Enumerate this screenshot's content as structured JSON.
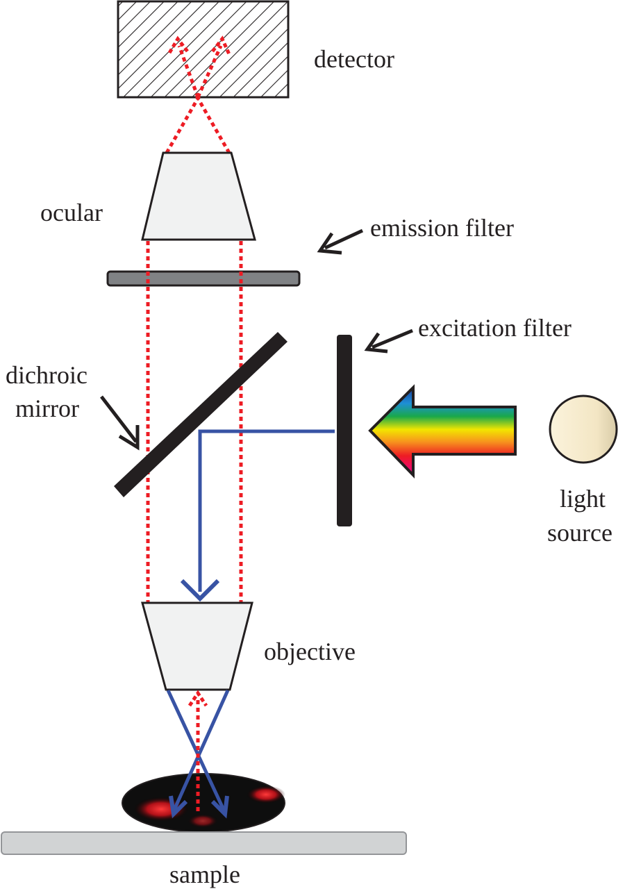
{
  "labels": {
    "detector": "detector",
    "ocular": "ocular",
    "emission_filter": "emission filter",
    "excitation_filter": "excitation filter",
    "dichroic_line1": "dichroic",
    "dichroic_line2": "mirror",
    "light_line1": "light",
    "light_line2": "source",
    "objective": "objective",
    "sample": "sample"
  },
  "colors": {
    "emission_light": "#ed1c24",
    "excitation_light": "#3853a4",
    "filter_gray": "#808285",
    "lens_fill": "#f1f2f2",
    "light_source_fill": "#f7edd3",
    "sample_stage": "#d1d3d4"
  }
}
